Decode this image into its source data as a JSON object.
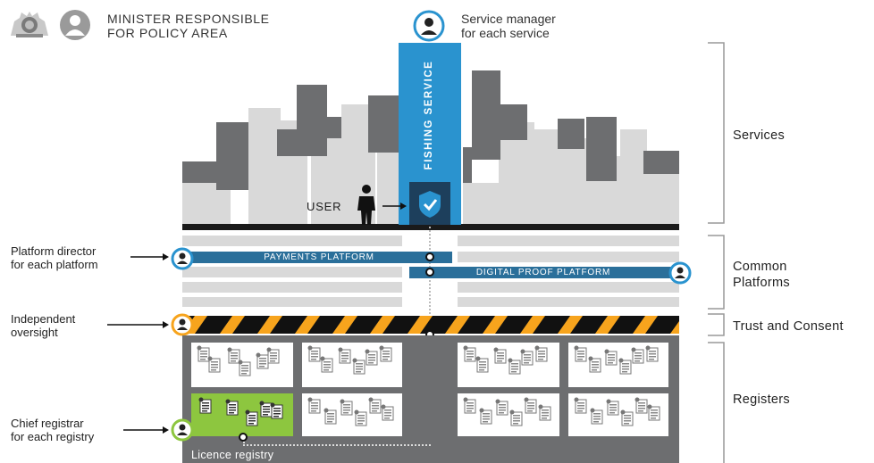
{
  "header": {
    "minister_line1": "MINISTER RESPONSIBLE",
    "minister_line2": "FOR POLICY AREA",
    "service_manager_line1": "Service manager",
    "service_manager_line2": "for each service"
  },
  "services": {
    "fishing_service": "FISHING SERVICE",
    "user": "USER"
  },
  "platforms": {
    "payments": "PAYMENTS PLATFORM",
    "digital_proof": "DIGITAL PROOF PLATFORM"
  },
  "left_labels": {
    "platform_director_line1": "Platform director",
    "platform_director_line2": "for each platform",
    "independent_line1": "Independent",
    "independent_line2": "oversight",
    "chief_registrar_line1": "Chief registrar",
    "chief_registrar_line2": "for each registry"
  },
  "right_labels": {
    "services": "Services",
    "common_line1": "Common",
    "common_line2": "Platforms",
    "trust": "Trust and Consent",
    "registers": "Registers"
  },
  "registers": {
    "licence_registry": "Licence registry"
  },
  "colors": {
    "blue": "#2a93cf",
    "dark_blue": "#1d3f5c",
    "orange": "#f7a41d",
    "green": "#8dc63f",
    "dark_grey": "#6d6e70",
    "light_grey": "#d9d9d9"
  },
  "icons": [
    "crest-icon",
    "person-icon",
    "shield-check-icon",
    "document-stack-icon",
    "lock-icon",
    "arrow-icon"
  ]
}
